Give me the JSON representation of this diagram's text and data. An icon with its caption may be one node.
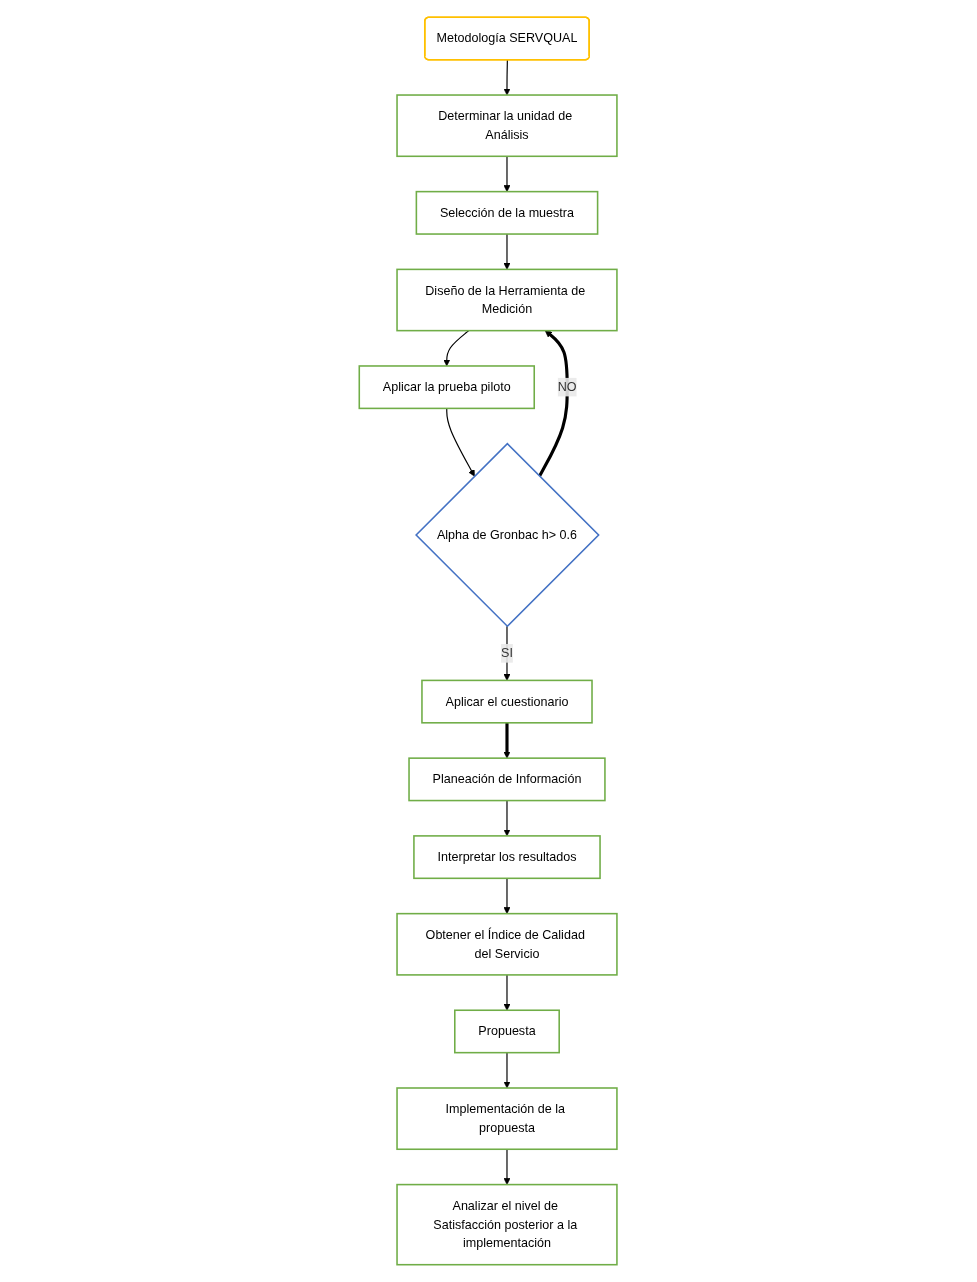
{
  "diagram": {
    "nodes": [
      {
        "text": [
          "Metodología SERVQUAL"
        ]
      },
      {
        "text": [
          "Determinar la unidad de Análisis"
        ]
      },
      {
        "text": [
          "Selección de la muestra"
        ]
      },
      {
        "text": [
          "Diseño de la Herramienta de Medición"
        ]
      },
      {
        "text": [
          "Aplicar la prueba piloto"
        ]
      },
      {
        "text": [
          "Alpha de Gronbac h> 0.6"
        ]
      },
      {
        "text": [
          "Aplicar el cuestionario"
        ]
      },
      {
        "text": [
          "Planeación de Información"
        ]
      },
      {
        "text": [
          "Interpretar los resultados"
        ]
      },
      {
        "text": [
          "Obtener el Índice de Calidad del Servicio"
        ]
      },
      {
        "text": [
          "Propuesta"
        ]
      },
      {
        "text": [
          "Implementación de la propuesta"
        ]
      },
      {
        "text": [
          "Analizar el nivel de Satisfacción posterior a la implementación"
        ]
      }
    ],
    "edges": [
      {
        "from": 0,
        "to": 1,
        "arrow": "to"
      },
      {
        "from": 1,
        "to": 2,
        "arrow": "to"
      },
      {
        "from": 2,
        "to": 3,
        "arrow": "to"
      },
      {
        "from": 3,
        "to": 4,
        "arrow": "to"
      },
      {
        "from": 4,
        "to": 5,
        "arrow": "to"
      },
      {
        "from": 5,
        "to": 3,
        "arrow": "to",
        "label": "NO",
        "style": "thick"
      },
      {
        "from": 5,
        "to": 6,
        "arrow": "to",
        "label": "SI"
      },
      {
        "from": 6,
        "to": 7,
        "arrow": "to",
        "style": "thick"
      },
      {
        "from": 7,
        "to": 8,
        "arrow": "to"
      },
      {
        "from": 8,
        "to": 9,
        "arrow": "to"
      },
      {
        "from": 9,
        "to": 10,
        "arrow": "to"
      },
      {
        "from": 10,
        "to": 11,
        "arrow": "to"
      },
      {
        "from": 11,
        "to": 12,
        "arrow": "to"
      }
    ]
  }
}
